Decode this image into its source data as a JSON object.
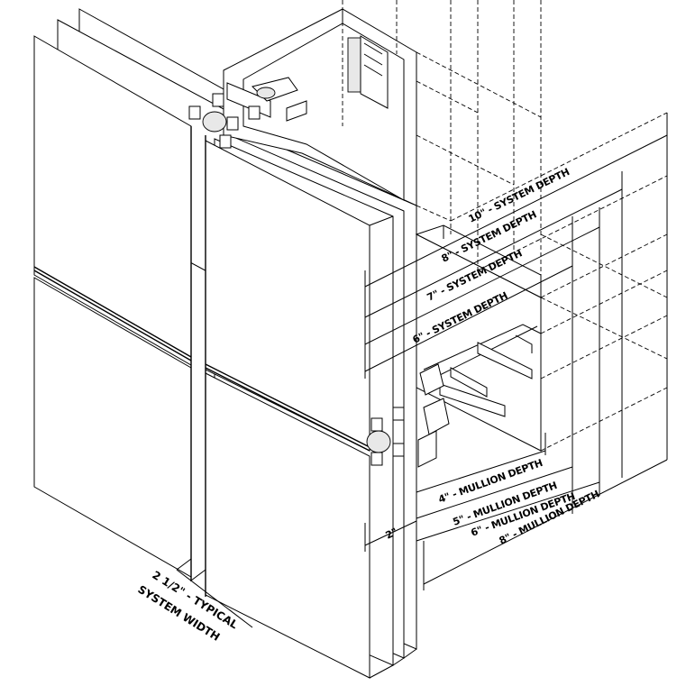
{
  "labels": {
    "sd10": "10\" - SYSTEM DEPTH",
    "sd8": "8\" - SYSTEM DEPTH",
    "sd7": "7\" - SYSTEM DEPTH",
    "sd6": "6\" - SYSTEM DEPTH",
    "md4": "4\" - MULLION DEPTH",
    "md5": "5\" - MULLION DEPTH",
    "md6": "6\" - MULLION DEPTH",
    "md8": "8\" - MULLION DEPTH",
    "inch2": "2\"",
    "width_line1": "2 1/2\" - TYPICAL",
    "width_line2": "SYSTEM WIDTH"
  }
}
